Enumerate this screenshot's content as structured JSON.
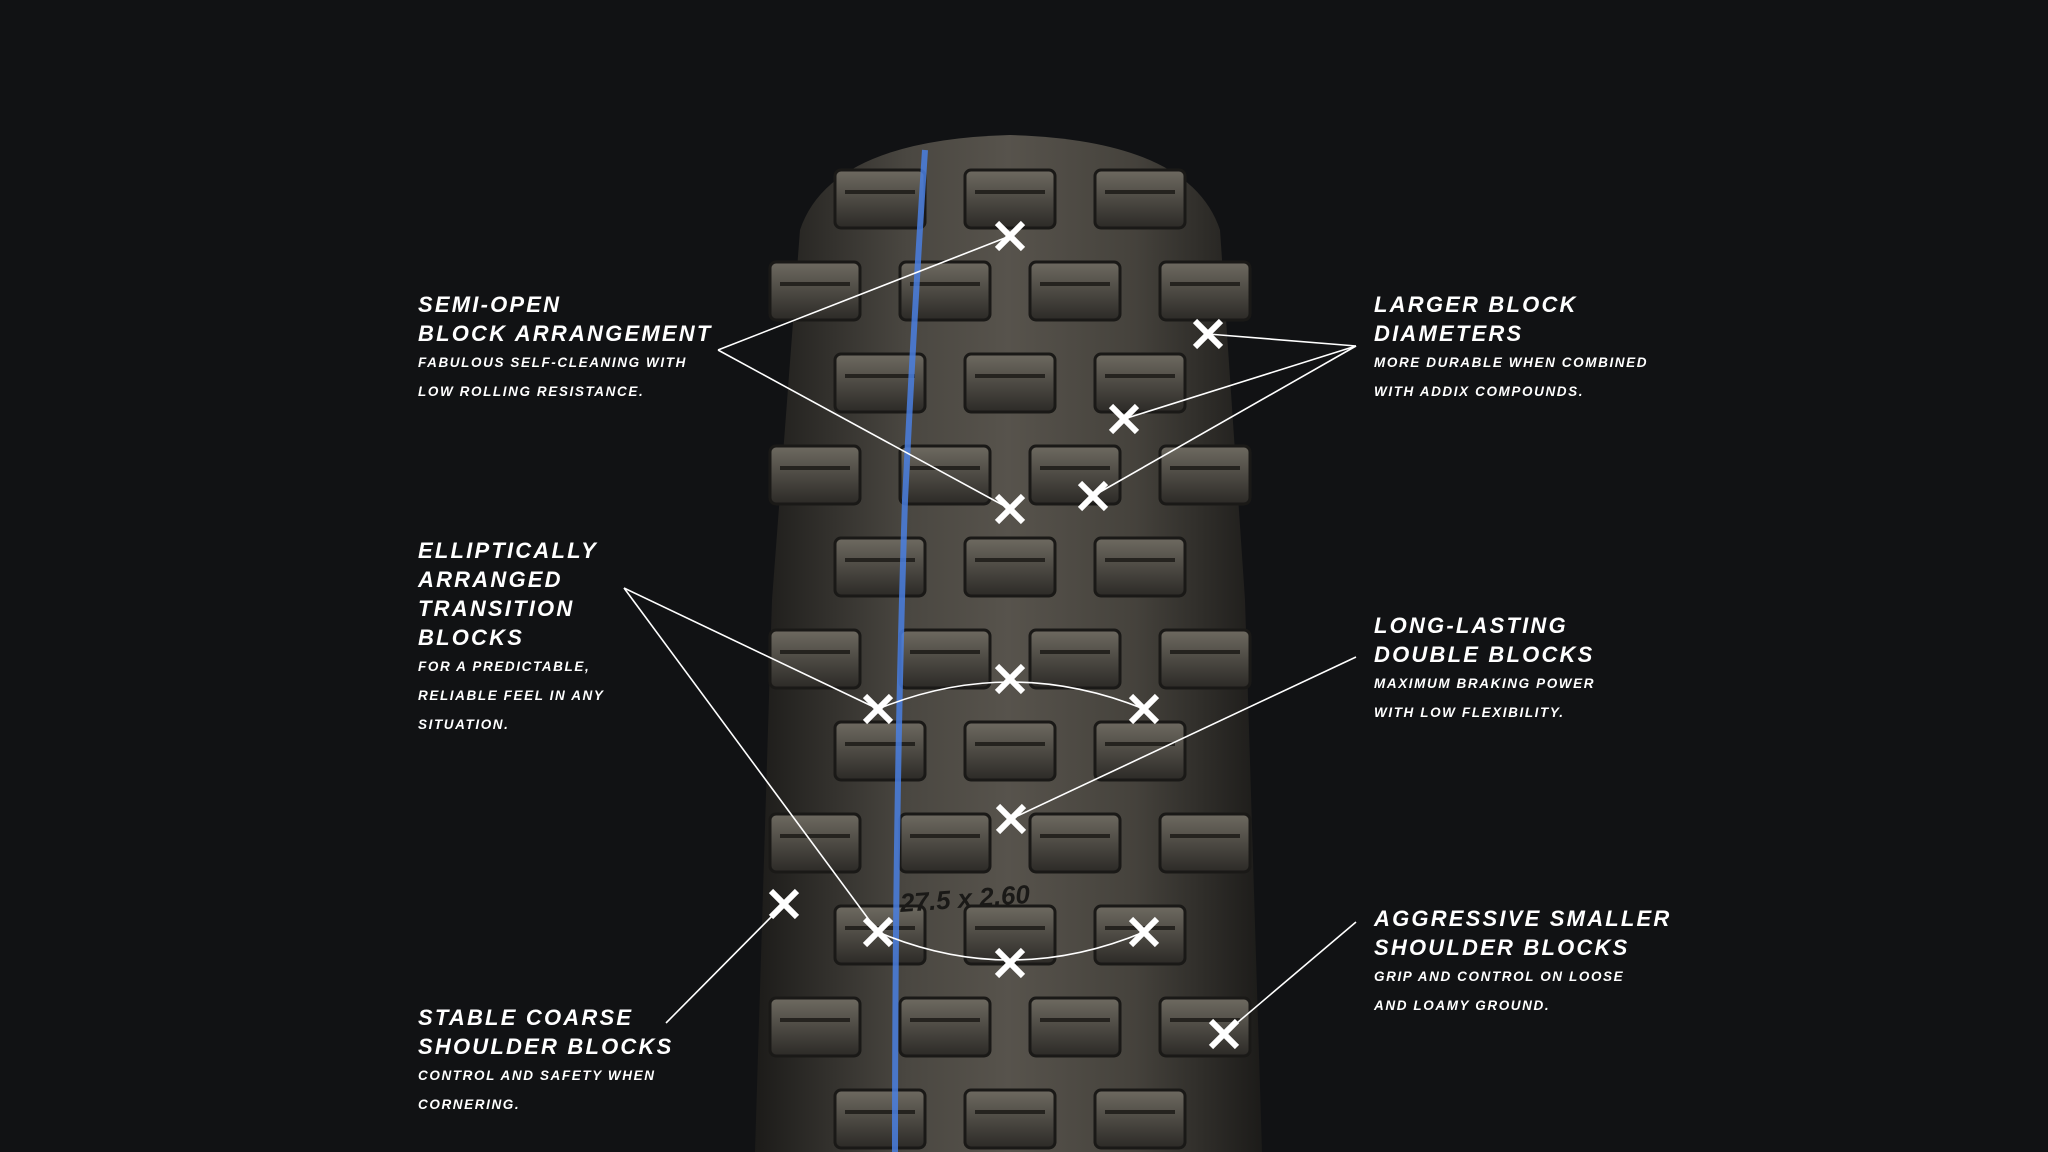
{
  "callouts": {
    "semi_open": {
      "title": [
        "SEMI-OPEN",
        "BLOCK ARRANGEMENT"
      ],
      "desc": [
        "FABULOUS SELF-CLEANING WITH",
        "LOW ROLLING RESISTANCE."
      ]
    },
    "larger_block": {
      "title": [
        "LARGER BLOCK",
        "DIAMETERS"
      ],
      "desc": [
        "MORE DURABLE WHEN COMBINED",
        "WITH ADDIX COMPOUNDS."
      ]
    },
    "elliptical": {
      "title": [
        "ELLIPTICALLY",
        "ARRANGED",
        "TRANSITION",
        "BLOCKS"
      ],
      "desc": [
        "FOR A PREDICTABLE,",
        "RELIABLE FEEL IN ANY",
        "SITUATION."
      ]
    },
    "long_lasting": {
      "title": [
        "LONG-LASTING",
        "DOUBLE BLOCKS"
      ],
      "desc": [
        "MAXIMUM BRAKING POWER",
        "WITH LOW FLEXIBILITY."
      ]
    },
    "aggressive": {
      "title": [
        "AGGRESSIVE SMALLER",
        "SHOULDER BLOCKS"
      ],
      "desc": [
        "GRIP AND CONTROL ON LOOSE",
        "AND LOAMY GROUND."
      ]
    },
    "stable": {
      "title": [
        "STABLE COARSE",
        "SHOULDER BLOCKS"
      ],
      "desc": [
        "CONTROL AND SAFETY WHEN",
        "CORNERING."
      ]
    }
  },
  "tire_size_marking": "27.5 x 2.60",
  "colors": {
    "background": "#111214",
    "text": "#ffffff",
    "tire": "#3e3c38",
    "stripe": "#4a7fe0"
  }
}
